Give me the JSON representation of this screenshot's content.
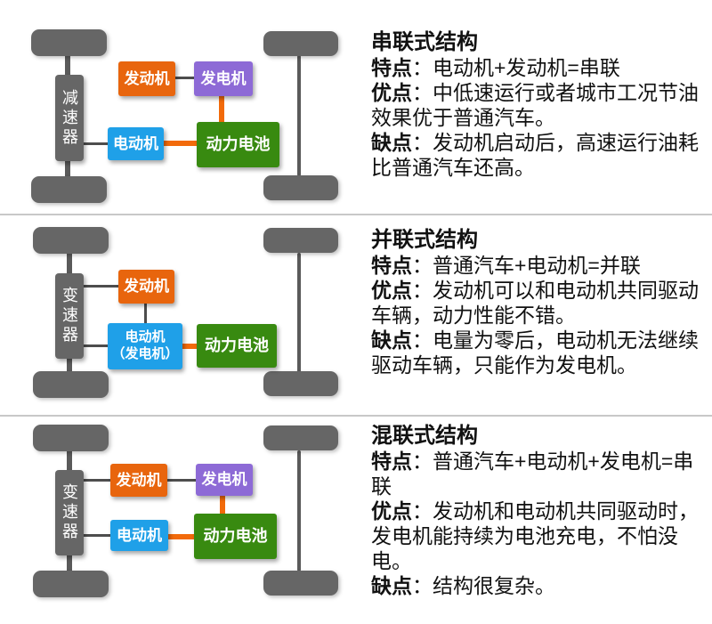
{
  "colors": {
    "engine_orange": "#e8650d",
    "generator_purple": "#8d6ad6",
    "motor_blue": "#1fa0e8",
    "battery_green": "#388a10",
    "chassis_gray": "#666666",
    "axle_gray": "#5a5a5a",
    "connector_gray": "#4d4d4d",
    "connector_orange": "#f26a0a",
    "separator_gray": "#c8c8c8",
    "text_black": "#111111"
  },
  "panels": [
    {
      "title": "串联式结构",
      "gearbox_label": "减速器",
      "nodes": {
        "engine": "发动机",
        "generator": "发电机",
        "motor": "电动机",
        "battery": "动力电池"
      },
      "details": [
        {
          "label": "特点",
          "text": "：电动机+发动机=串联"
        },
        {
          "label": "优点",
          "text": "：中低速运行或者城市工况节油效果优于普通汽车。"
        },
        {
          "label": "缺点",
          "text": "：发动机启动后，高速运行油耗比普通汽车还高。"
        }
      ]
    },
    {
      "title": "并联式结构",
      "gearbox_label": "变速器",
      "nodes": {
        "engine": "发动机",
        "motor": "电动机",
        "motor_sub": "（发电机）",
        "battery": "动力电池"
      },
      "details": [
        {
          "label": "特点",
          "text": "：普通汽车+电动机=并联"
        },
        {
          "label": "优点",
          "text": "：发动机可以和电动机共同驱动车辆，动力性能不错。"
        },
        {
          "label": "缺点",
          "text": "：电量为零后，电动机无法继续驱动车辆，只能作为发电机。"
        }
      ]
    },
    {
      "title": "混联式结构",
      "gearbox_label": "变速器",
      "nodes": {
        "engine": "发动机",
        "generator": "发电机",
        "motor": "电动机",
        "battery": "动力电池"
      },
      "details": [
        {
          "label": "特点",
          "text": "：普通汽车+电动机+发电机=串联"
        },
        {
          "label": "优点",
          "text": "：发动机和电动机共同驱动时，发电机能持续为电池充电，不怕没电。"
        },
        {
          "label": "缺点",
          "text": "：结构很复杂。"
        }
      ]
    }
  ]
}
